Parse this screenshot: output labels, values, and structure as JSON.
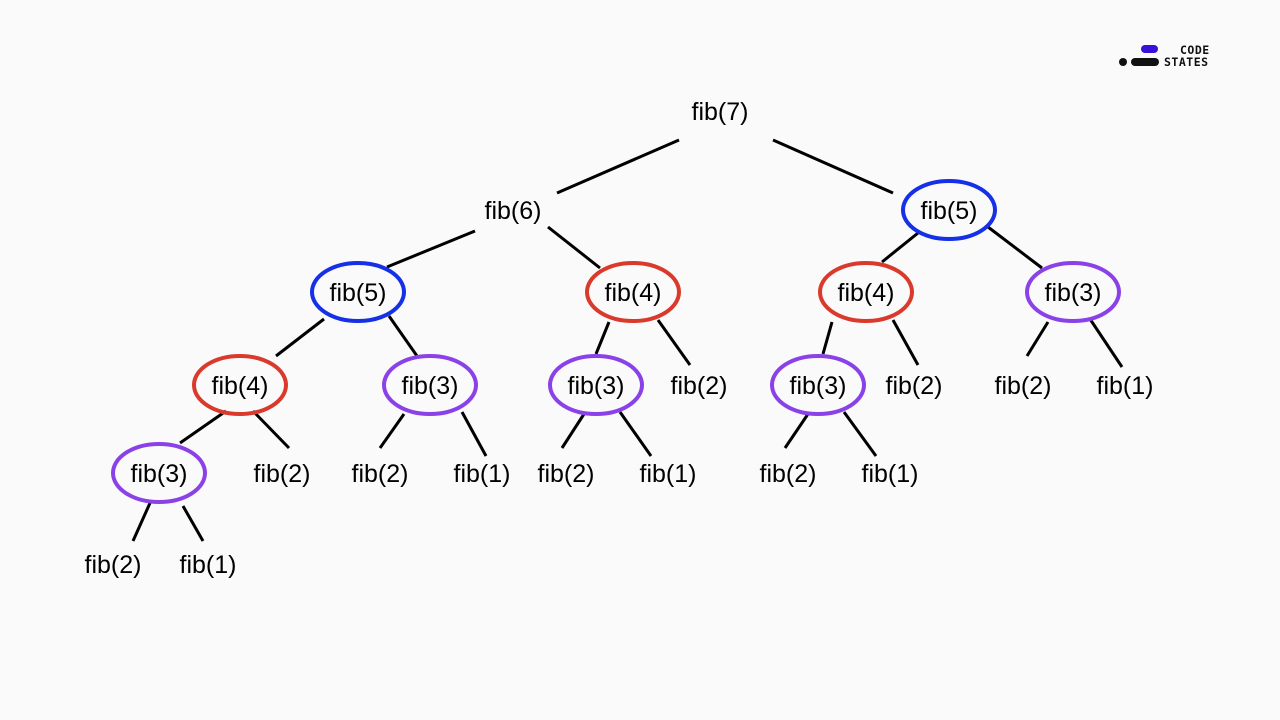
{
  "brand": {
    "line1": "CODE",
    "line2": "STATES",
    "accent": "#3a10d8"
  },
  "colors": {
    "fib5_ring": "#1530e6",
    "fib4_ring": "#d93a2b",
    "fib3_ring": "#8a42e8",
    "edge": "#000000",
    "background": "#fafafa"
  },
  "tree": {
    "nodes": [
      {
        "id": "n7",
        "label": "fib(7)",
        "ring": "none"
      },
      {
        "id": "n6",
        "label": "fib(6)",
        "ring": "none"
      },
      {
        "id": "n5a",
        "label": "fib(5)",
        "ring": "blue"
      },
      {
        "id": "n5b",
        "label": "fib(5)",
        "ring": "blue"
      },
      {
        "id": "n4a",
        "label": "fib(4)",
        "ring": "red"
      },
      {
        "id": "n4b",
        "label": "fib(4)",
        "ring": "red"
      },
      {
        "id": "n4c",
        "label": "fib(4)",
        "ring": "red"
      },
      {
        "id": "n3a",
        "label": "fib(3)",
        "ring": "purple"
      },
      {
        "id": "n3b",
        "label": "fib(3)",
        "ring": "purple"
      },
      {
        "id": "n3c",
        "label": "fib(3)",
        "ring": "purple"
      },
      {
        "id": "n3d",
        "label": "fib(3)",
        "ring": "purple"
      },
      {
        "id": "n3e",
        "label": "fib(3)",
        "ring": "purple"
      },
      {
        "id": "n2a",
        "label": "fib(2)",
        "ring": "none"
      },
      {
        "id": "n2b",
        "label": "fib(2)",
        "ring": "none"
      },
      {
        "id": "n2c",
        "label": "fib(2)",
        "ring": "none"
      },
      {
        "id": "n2d",
        "label": "fib(2)",
        "ring": "none"
      },
      {
        "id": "n2e",
        "label": "fib(2)",
        "ring": "none"
      },
      {
        "id": "n2f",
        "label": "fib(2)",
        "ring": "none"
      },
      {
        "id": "n2g",
        "label": "fib(2)",
        "ring": "none"
      },
      {
        "id": "n2h",
        "label": "fib(2)",
        "ring": "none"
      },
      {
        "id": "n1a",
        "label": "fib(1)",
        "ring": "none"
      },
      {
        "id": "n1b",
        "label": "fib(1)",
        "ring": "none"
      },
      {
        "id": "n1c",
        "label": "fib(1)",
        "ring": "none"
      },
      {
        "id": "n1d",
        "label": "fib(1)",
        "ring": "none"
      },
      {
        "id": "n1e",
        "label": "fib(1)",
        "ring": "none"
      }
    ]
  }
}
